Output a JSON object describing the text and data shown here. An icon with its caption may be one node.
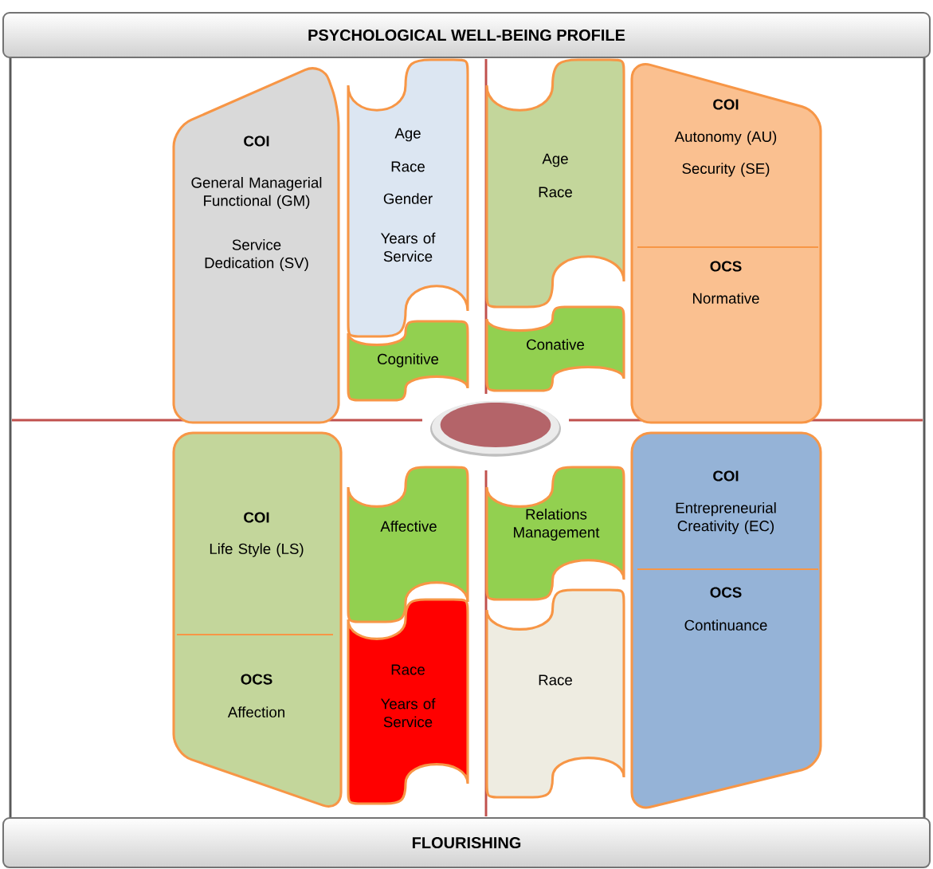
{
  "diagram": {
    "nodes": [
      {
        "text": [
          "PSYCHOLOGICAL WELL-BEING PROFILE"
        ]
      },
      {
        "text": [
          "COI",
          "General Managerial Functional (GM)",
          "Service Dedication (SV)"
        ]
      },
      {
        "text": [
          "Age",
          "Race",
          "Gender",
          "Years of Service"
        ]
      },
      {
        "text": [
          "Cognitive"
        ]
      },
      {
        "text": [
          "Age",
          "Race"
        ]
      },
      {
        "text": [
          "Conative"
        ]
      },
      {
        "text": [
          "COI",
          "Autonomy (AU)",
          "Security (SE)",
          "OCS",
          "Normative"
        ]
      },
      {
        "text": [],
        "shape": "circle"
      },
      {
        "text": [
          "COI",
          "Life Style (LS)",
          "OCS",
          "Affection"
        ]
      },
      {
        "text": [
          "Affective"
        ]
      },
      {
        "text": [
          "Race",
          "Years of Service"
        ]
      },
      {
        "text": [
          "Relations Management"
        ]
      },
      {
        "text": [
          "Race"
        ]
      },
      {
        "text": [
          "COI",
          "Entrepreneurial Creativity (EC)",
          "OCS",
          "Continuance"
        ]
      },
      {
        "text": [
          "FLOURISHING"
        ]
      }
    ]
  }
}
